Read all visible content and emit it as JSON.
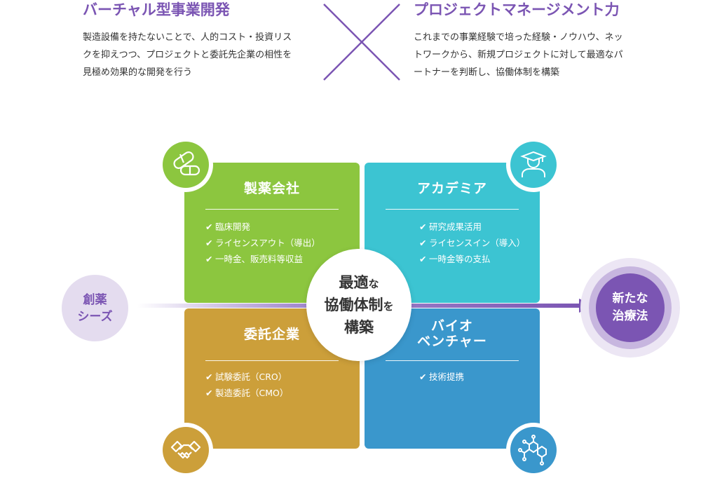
{
  "header": {
    "left": {
      "title": "バーチャル型事業開発",
      "lines": [
        "製造設備を持たないことで、人的コスト・投資リス",
        "クを抑えつつ、プロジェクトと委託先企業の相性を",
        "見極め効果的な開発を行う"
      ]
    },
    "right": {
      "title": "プロジェクトマネージメント力",
      "lines": [
        "これまでの事業経験で培った経験・ノウハウ、ネッ",
        "トワークから、新規プロジェクトに対して最適なパ",
        "ートナーを判断し、協働体制を構築"
      ]
    }
  },
  "flow": {
    "start_lines": [
      "創薬",
      "シーズ"
    ],
    "end_lines": [
      "新たな",
      "治療法"
    ]
  },
  "center": {
    "line1": "最適",
    "line1_small": "な",
    "line2": "協働体制",
    "line2_small": "を",
    "line3": "構築"
  },
  "quadrants": {
    "pharma": {
      "title": "製薬会社",
      "items": [
        "臨床開発",
        "ライセンスアウト（導出）",
        "一時金、販売料等収益"
      ],
      "color": "#8cc63f",
      "icon": "capsule-icon"
    },
    "academia": {
      "title": "アカデミア",
      "items": [
        "研究成果活用",
        "ライセンスイン（導入）",
        "一時金等の支払"
      ],
      "color": "#3cc4d2",
      "icon": "graduate-icon"
    },
    "contractor": {
      "title": "委託企業",
      "items": [
        "試験委託（CRO）",
        "製造委託（CMO）"
      ],
      "color": "#cc9f3a",
      "icon": "handshake-icon"
    },
    "bioventure": {
      "title_lines": [
        "バイオ",
        "ベンチャー"
      ],
      "items": [
        "技術提携"
      ],
      "color": "#3a97cc",
      "icon": "molecule-icon"
    }
  },
  "colors": {
    "accent": "#7b55b3",
    "accent_light": "#e4dcef",
    "check": "✔"
  }
}
